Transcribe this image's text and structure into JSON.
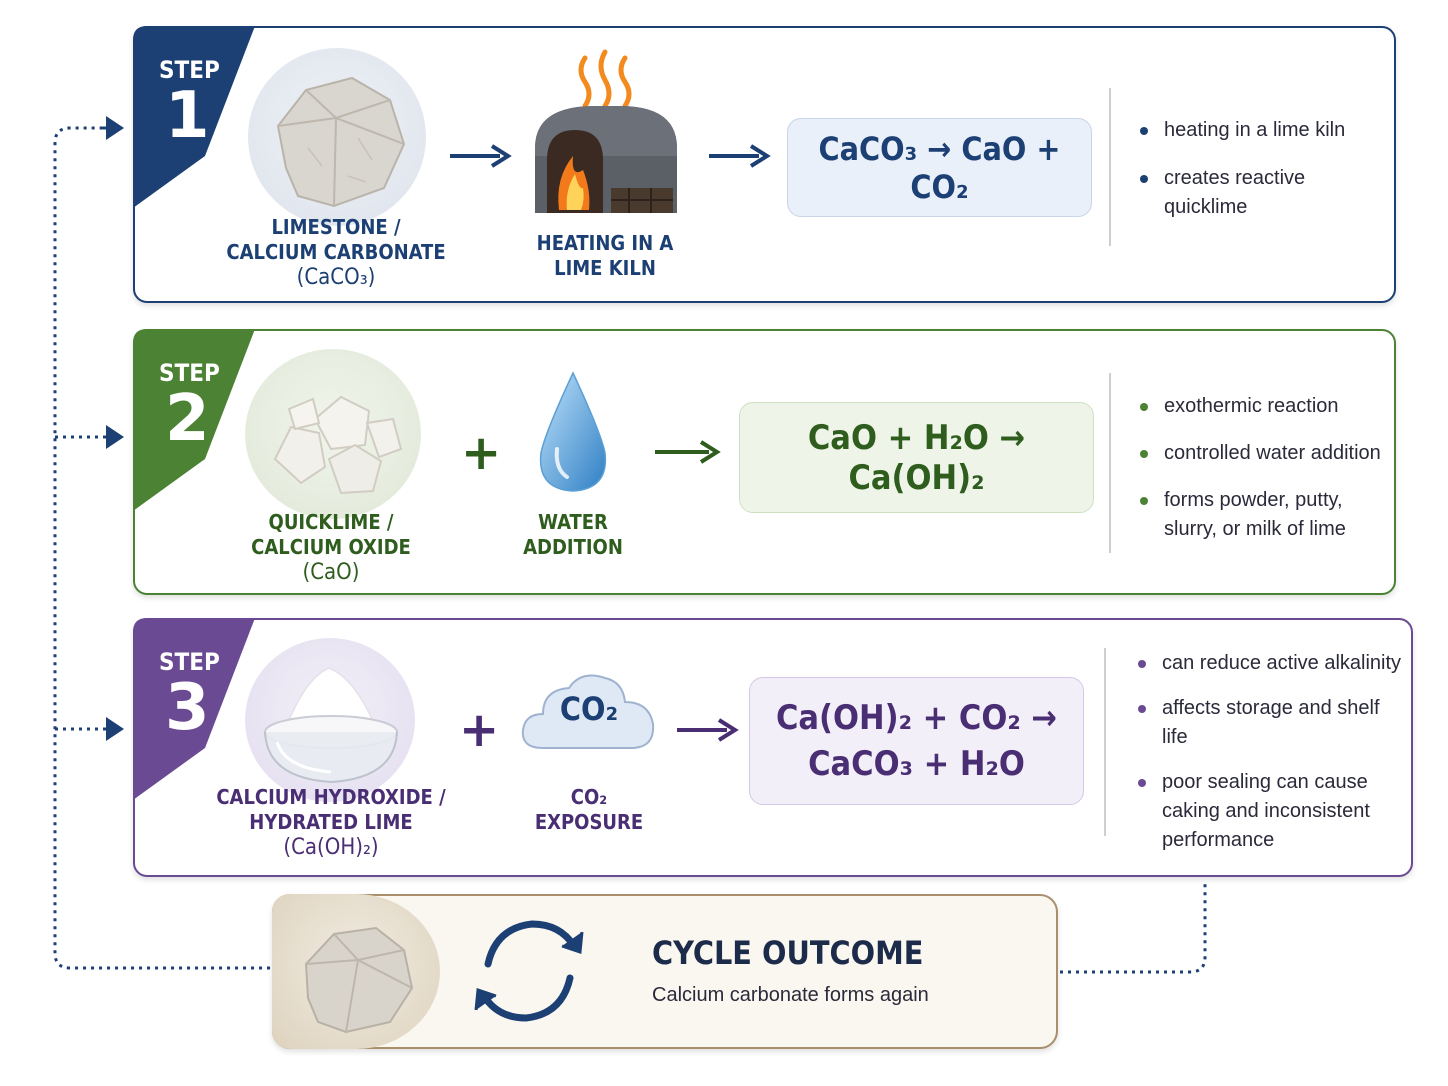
{
  "colors": {
    "step1": "#1c3f74",
    "step2": "#4c8234",
    "step3": "#6a4a93",
    "outcome_border": "#a98f6c",
    "flame": "#f28a1e"
  },
  "steps": [
    {
      "step_word": "STEP",
      "number": "1",
      "material_label": [
        "LIMESTONE /",
        "CALCIUM CARBONATE"
      ],
      "material_formula": "(CaCO₃)",
      "process_label": [
        "HEATING IN A",
        "LIME KILN"
      ],
      "process_icon": "lime-kiln-icon",
      "equation": "CaCO₃ → CaO + CO₂",
      "notes": [
        "heating in a lime kiln",
        "creates reactive quicklime"
      ]
    },
    {
      "step_word": "STEP",
      "number": "2",
      "material_label": [
        "QUICKLIME /",
        "CALCIUM OXIDE"
      ],
      "material_formula": "(CaO)",
      "plus": "+",
      "process_label": [
        "WATER",
        "ADDITION"
      ],
      "process_icon": "water-drop-icon",
      "equation": "CaO + H₂O → Ca(OH)₂",
      "notes": [
        "exothermic reaction",
        "controlled water addition",
        "forms powder, putty, slurry, or milk of lime"
      ]
    },
    {
      "step_word": "STEP",
      "number": "3",
      "material_label": [
        "CALCIUM HYDROXIDE /",
        "HYDRATED LIME"
      ],
      "material_formula": "(Ca(OH)₂)",
      "plus": "+",
      "cloud_text": "CO₂",
      "process_label": [
        "CO₂",
        "EXPOSURE"
      ],
      "process_icon": "co2-cloud-icon",
      "equation": [
        "Ca(OH)₂ + CO₂ →",
        "CaCO₃ + H₂O"
      ],
      "notes": [
        "can reduce active alkalinity",
        "affects storage and shelf life",
        "poor sealing can cause caking and inconsistent performance"
      ]
    }
  ],
  "outcome": {
    "title": "CYCLE OUTCOME",
    "subtitle": "Calcium carbonate forms again",
    "icon": "cycle-arrows-icon"
  }
}
